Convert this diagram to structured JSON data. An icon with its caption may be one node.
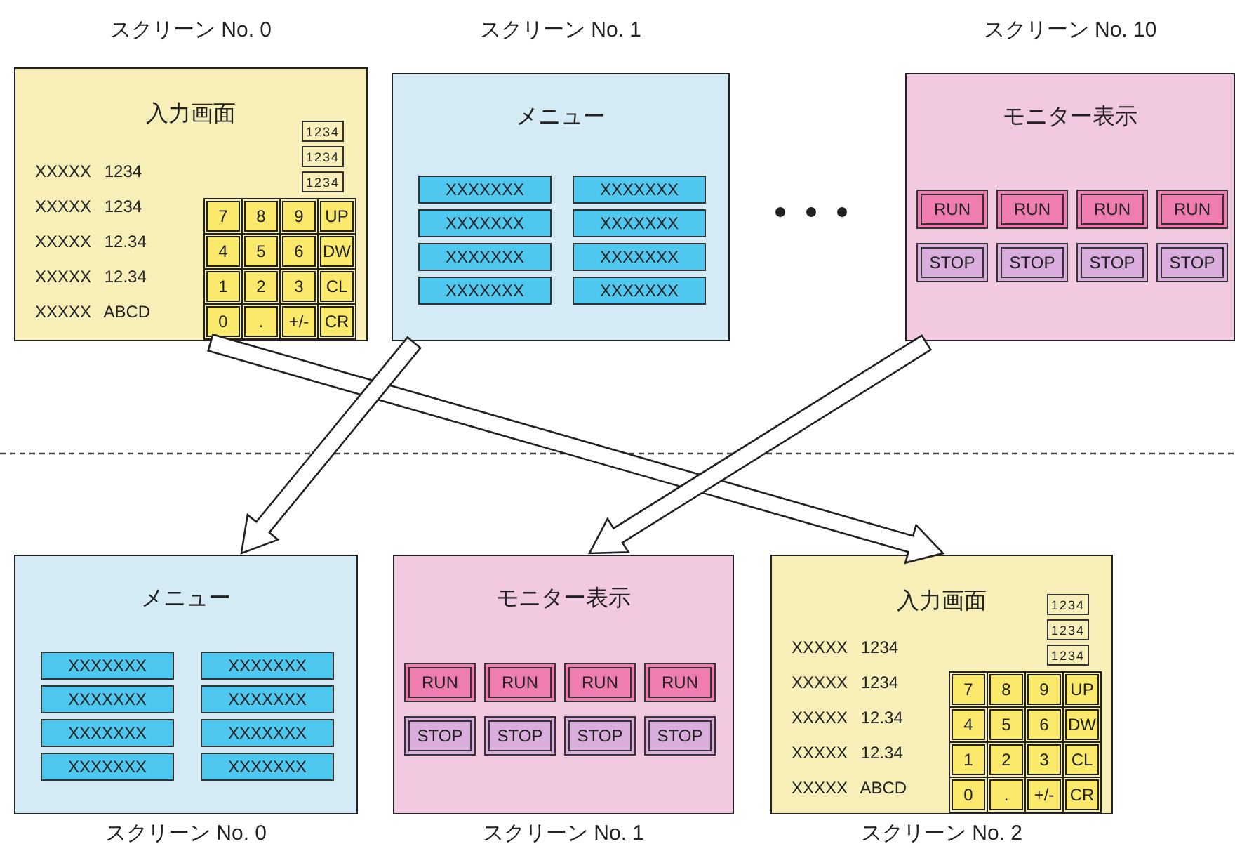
{
  "diagram": {
    "nodes": [
      {
        "text": [
          "入力画面",
          "XXXXX 1234",
          "XXXXX 1234",
          "XXXXX 12.34",
          "XXXXX 12.34",
          "XXXXX ABCD"
        ],
        "beside": [
          "スクリーン No. 0"
        ]
      },
      {
        "text": [
          "1234"
        ],
        "in": 0
      },
      {
        "text": [
          "1234"
        ],
        "in": 0
      },
      {
        "text": [
          "1234"
        ],
        "in": 0
      },
      {
        "text": [
          "7"
        ],
        "in": 0
      },
      {
        "text": [
          "8"
        ],
        "in": 0
      },
      {
        "text": [
          "9"
        ],
        "in": 0
      },
      {
        "text": [
          "UP"
        ],
        "in": 0
      },
      {
        "text": [
          "4"
        ],
        "in": 0
      },
      {
        "text": [
          "5"
        ],
        "in": 0
      },
      {
        "text": [
          "6"
        ],
        "in": 0
      },
      {
        "text": [
          "DW"
        ],
        "in": 0
      },
      {
        "text": [
          "1"
        ],
        "in": 0
      },
      {
        "text": [
          "2"
        ],
        "in": 0
      },
      {
        "text": [
          "3"
        ],
        "in": 0
      },
      {
        "text": [
          "CL"
        ],
        "in": 0
      },
      {
        "text": [
          "0"
        ],
        "in": 0
      },
      {
        "text": [
          "."
        ],
        "in": 0
      },
      {
        "text": [
          "+/-"
        ],
        "in": 0
      },
      {
        "text": [
          "CR"
        ],
        "in": 0
      },
      {
        "text": [
          "メニュー"
        ],
        "beside": [
          "スクリーン No. 1"
        ]
      },
      {
        "text": [
          "XXXXXXX"
        ],
        "in": 20
      },
      {
        "text": [
          "XXXXXXX"
        ],
        "in": 20
      },
      {
        "text": [
          "XXXXXXX"
        ],
        "in": 20
      },
      {
        "text": [
          "XXXXXXX"
        ],
        "in": 20
      },
      {
        "text": [
          "XXXXXXX"
        ],
        "in": 20
      },
      {
        "text": [
          "XXXXXXX"
        ],
        "in": 20
      },
      {
        "text": [
          "XXXXXXX"
        ],
        "in": 20
      },
      {
        "text": [
          "XXXXXXX"
        ],
        "in": 20
      },
      {
        "text": [
          "モニター表示"
        ],
        "beside": [
          "スクリーン No. 10"
        ]
      },
      {
        "text": [
          "RUN"
        ],
        "in": 29
      },
      {
        "text": [
          "RUN"
        ],
        "in": 29
      },
      {
        "text": [
          "RUN"
        ],
        "in": 29
      },
      {
        "text": [
          "RUN"
        ],
        "in": 29
      },
      {
        "text": [
          "STOP"
        ],
        "in": 29
      },
      {
        "text": [
          "STOP"
        ],
        "in": 29
      },
      {
        "text": [
          "STOP"
        ],
        "in": 29
      },
      {
        "text": [
          "STOP"
        ],
        "in": 29
      },
      {
        "text": [
          "メニュー"
        ],
        "beside": [
          "スクリーン No. 0"
        ]
      },
      {
        "text": [
          "XXXXXXX"
        ],
        "in": 38
      },
      {
        "text": [
          "XXXXXXX"
        ],
        "in": 38
      },
      {
        "text": [
          "XXXXXXX"
        ],
        "in": 38
      },
      {
        "text": [
          "XXXXXXX"
        ],
        "in": 38
      },
      {
        "text": [
          "XXXXXXX"
        ],
        "in": 38
      },
      {
        "text": [
          "XXXXXXX"
        ],
        "in": 38
      },
      {
        "text": [
          "XXXXXXX"
        ],
        "in": 38
      },
      {
        "text": [
          "XXXXXXX"
        ],
        "in": 38
      },
      {
        "text": [
          "モニター表示"
        ],
        "beside": [
          "スクリーン No. 1"
        ]
      },
      {
        "text": [
          "RUN"
        ],
        "in": 47
      },
      {
        "text": [
          "RUN"
        ],
        "in": 47
      },
      {
        "text": [
          "RUN"
        ],
        "in": 47
      },
      {
        "text": [
          "RUN"
        ],
        "in": 47
      },
      {
        "text": [
          "STOP"
        ],
        "in": 47
      },
      {
        "text": [
          "STOP"
        ],
        "in": 47
      },
      {
        "text": [
          "STOP"
        ],
        "in": 47
      },
      {
        "text": [
          "STOP"
        ],
        "in": 47
      },
      {
        "text": [
          "入力画面",
          "XXXXX 1234",
          "XXXXX 1234",
          "XXXXX 12.34",
          "XXXXX 12.34",
          "XXXXX ABCD"
        ],
        "beside": [
          "スクリーン No. 2"
        ]
      },
      {
        "text": [
          "1234"
        ],
        "in": 56
      },
      {
        "text": [
          "1234"
        ],
        "in": 56
      },
      {
        "text": [
          "1234"
        ],
        "in": 56
      },
      {
        "text": [
          "7"
        ],
        "in": 56
      },
      {
        "text": [
          "8"
        ],
        "in": 56
      },
      {
        "text": [
          "9"
        ],
        "in": 56
      },
      {
        "text": [
          "UP"
        ],
        "in": 56
      },
      {
        "text": [
          "4"
        ],
        "in": 56
      },
      {
        "text": [
          "5"
        ],
        "in": 56
      },
      {
        "text": [
          "6"
        ],
        "in": 56
      },
      {
        "text": [
          "DW"
        ],
        "in": 56
      },
      {
        "text": [
          "1"
        ],
        "in": 56
      },
      {
        "text": [
          "2"
        ],
        "in": 56
      },
      {
        "text": [
          "3"
        ],
        "in": 56
      },
      {
        "text": [
          "CL"
        ],
        "in": 56
      },
      {
        "text": [
          "0"
        ],
        "in": 56
      },
      {
        "text": [
          "."
        ],
        "in": 56
      },
      {
        "text": [
          "+/-"
        ],
        "in": 56
      },
      {
        "text": [
          "CR"
        ],
        "in": 56
      }
    ],
    "edges": [
      {
        "from": 0,
        "to": 56,
        "arrow": "to"
      },
      {
        "from": 20,
        "to": 38,
        "arrow": "to"
      },
      {
        "from": 29,
        "to": 47,
        "arrow": "to"
      }
    ]
  }
}
